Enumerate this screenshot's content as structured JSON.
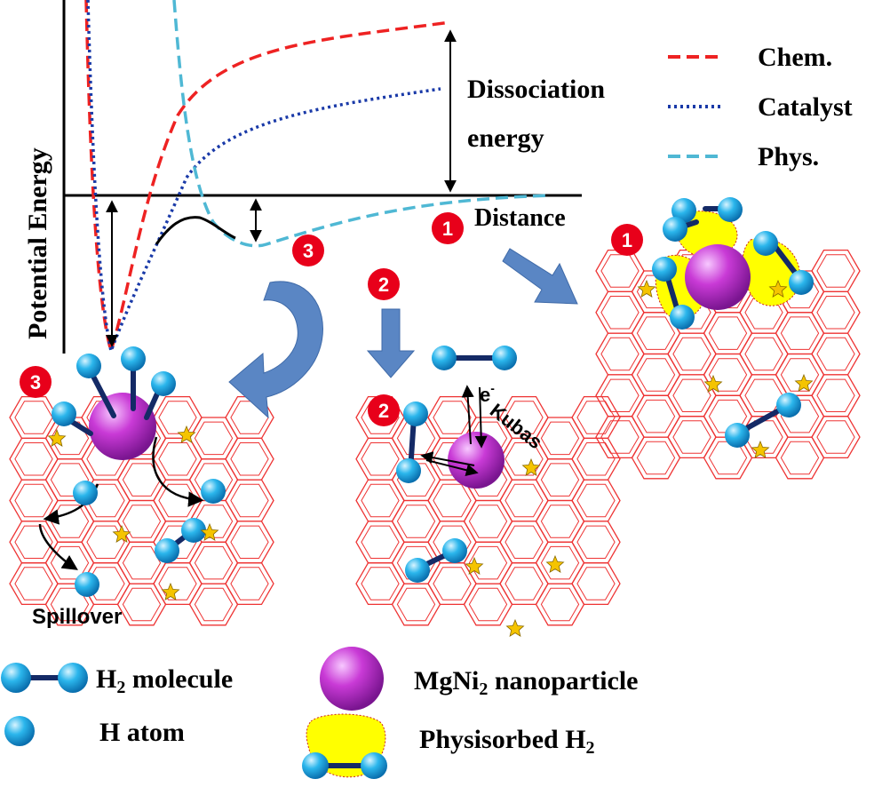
{
  "axes": {
    "ylabel": "Potential Energy",
    "xlabel": "Distance",
    "dissociation_line1": "Dissociation",
    "dissociation_line2": "energy"
  },
  "legend": {
    "chem": {
      "label": "Chem.",
      "color": "#ee2222"
    },
    "catalyst": {
      "label": "Catalyst",
      "color": "#1a3aa8"
    },
    "phys": {
      "label": "Phys.",
      "color": "#4fb8d4"
    }
  },
  "steps": {
    "one": "1",
    "two": "2",
    "three": "3"
  },
  "annotations": {
    "electron": "e",
    "electron_sup": "-",
    "kubas": "Kubas",
    "spillover": "Spillover"
  },
  "key": {
    "h2_prefix": "H",
    "h2_sub": "2",
    "h2_suffix": " molecule",
    "h_atom": "H atom",
    "mgni_prefix": "MgNi",
    "mgni_sub": "2",
    "mgni_suffix": " nanoparticle",
    "phys_prefix": "Physisorbed H",
    "phys_sub": "2"
  },
  "colors": {
    "badge": "#e8001a",
    "lattice": "#ee3333",
    "h_atom": "#1fb0e8",
    "bond": "#142a66",
    "particle": "#c040d0",
    "physisorbed": "#ffff00",
    "star": "#f5c400",
    "arrow_fill": "#5a86c4"
  }
}
